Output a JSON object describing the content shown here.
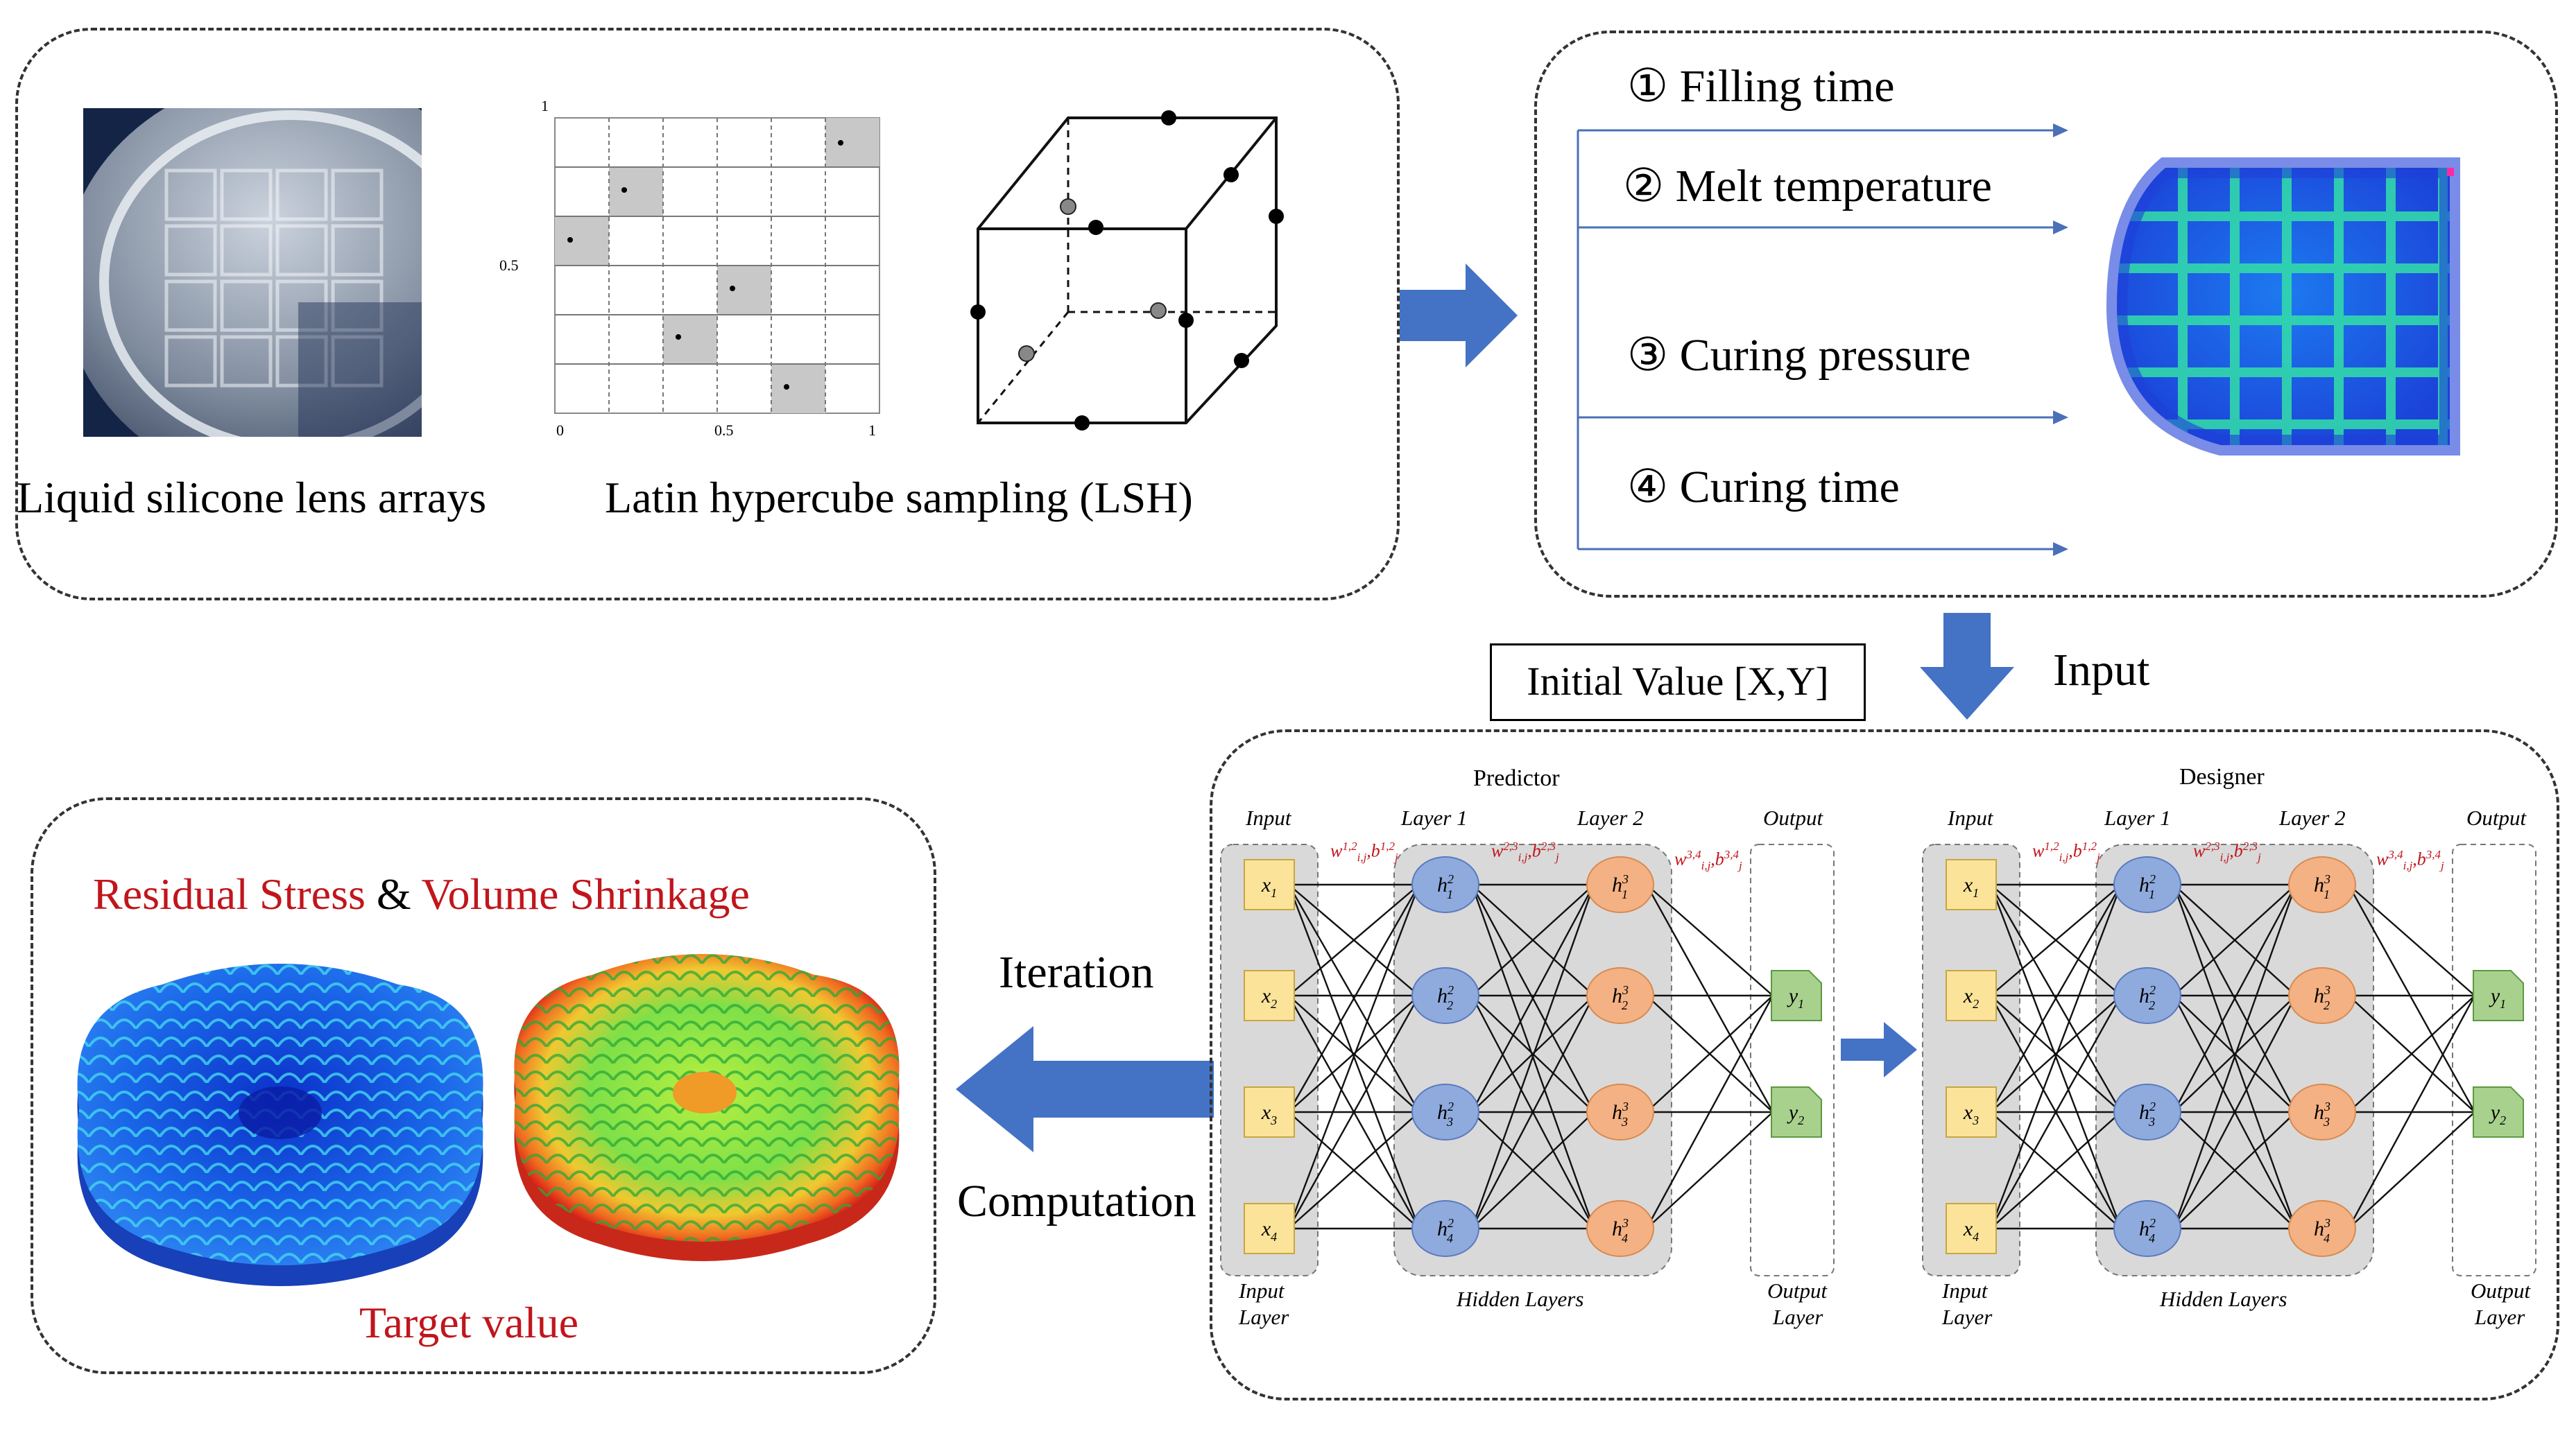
{
  "lens_array_caption": "Liquid silicone lens arrays",
  "lhs": {
    "caption": "Latin hypercube sampling (LSH)",
    "y_ticks": [
      "1",
      "0.5"
    ],
    "x_ticks": [
      "0",
      "0.5",
      "1"
    ]
  },
  "parameters": [
    {
      "marker": "①",
      "label": "Filling time"
    },
    {
      "marker": "②",
      "label": "Melt temperature"
    },
    {
      "marker": "③",
      "label": "Curing pressure"
    },
    {
      "marker": "④",
      "label": "Curing time"
    }
  ],
  "initial_value_label": "Initial Value [X,Y]",
  "input_label": "Input",
  "iteration_label": "Iteration",
  "computation_label": "Computation",
  "target": {
    "title_part1": "Residual Stress",
    "title_amp": "&",
    "title_part2": "Volume Shrinkage",
    "caption": "Target value"
  },
  "networks": [
    {
      "title": "Predictor",
      "col_headers": [
        "Input",
        "Layer 1",
        "Layer 2",
        "Output"
      ],
      "weights": [
        "w",
        ",b",
        "w",
        ",b",
        "w",
        ",b"
      ],
      "footer_input": [
        "Input",
        "Layer"
      ],
      "footer_hidden": "Hidden Layers",
      "footer_output": [
        "Output",
        "Layer"
      ]
    },
    {
      "title": "Designer",
      "col_headers": [
        "Input",
        "Layer 1",
        "Layer 2",
        "Output"
      ],
      "weights": [
        "w",
        ",b",
        "w",
        ",b",
        "w",
        ",b"
      ],
      "footer_input": [
        "Input",
        "Layer"
      ],
      "footer_hidden": "Hidden Layers",
      "footer_output": [
        "Output",
        "Layer"
      ]
    }
  ],
  "node_labels": {
    "inputs": [
      "x",
      "x",
      "x",
      "x"
    ],
    "input_subs": [
      "1",
      "2",
      "3",
      "4"
    ],
    "hidden_base": "h",
    "outputs": [
      "y",
      "y"
    ],
    "output_subs": [
      "1",
      "2"
    ]
  },
  "colors": {
    "arrow_blue": "#4472c4",
    "text_red": "#c0161c",
    "input_node": "#fbe49a",
    "hidden1_node": "#8faadc",
    "hidden2_node": "#f4b183",
    "output_node": "#a9d18e",
    "layer_shade": "#d9d9d9"
  }
}
